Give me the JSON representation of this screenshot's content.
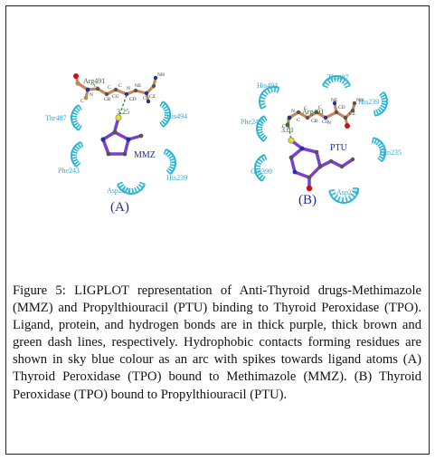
{
  "panelA": {
    "label": "(A)",
    "ligand": "MMZ",
    "ligand_residue": "Arg491",
    "bond_length": "3.25",
    "residues": [
      "Thr487",
      "His494",
      "Phe243",
      "His239",
      "Asp238"
    ],
    "atom_labels": [
      "N",
      "C",
      "C",
      "CB",
      "C",
      "CG",
      "C",
      "CD",
      "N",
      "NE",
      "C",
      "CZ",
      "NH"
    ]
  },
  "panelB": {
    "label": "(B)",
    "ligand": "PTU",
    "ligand_residue": "Arg491",
    "bond_length": "3.01",
    "residues": [
      "His494",
      "Thr487",
      "His239",
      "Phe243",
      "Gln235",
      "Gln399",
      "Asp238"
    ],
    "atom_labels": [
      "N",
      "C",
      "C",
      "C",
      "CB",
      "C",
      "CG",
      "CD",
      "N",
      "NE",
      "CZ",
      "NH"
    ]
  },
  "caption": {
    "label": "Figure 5:",
    "text": "LIGPLOT representation of Anti-Thyroid drugs-Methimazole (MMZ) and Propylthiouracil (PTU) binding to Thyroid Peroxidase (TPO). Ligand, protein, and hydrogen bonds are in thick purple, thick brown and green dash lines, respectively. Hydrophobic contacts forming residues are shown in sky blue colour as an arc with spikes towards ligand atoms (A) Thyroid Peroxidase (TPO) bound to Methimazole (MMZ). (B) Thyroid Peroxidase (TPO) bound to Propylthiouracil (PTU)."
  },
  "colors": {
    "ligand": "#7a3fd0",
    "protein": "#c8865a",
    "hbond": "#2e8b2e",
    "hydrophobic": "#2bb5d6",
    "residue_label": "#3aa6c8",
    "panel_label": "#1f2a9c",
    "ligand_label": "#1f2a9c",
    "oxygen": "#d01010",
    "sulfur": "#e8e020",
    "nitrogen": "#223399"
  }
}
